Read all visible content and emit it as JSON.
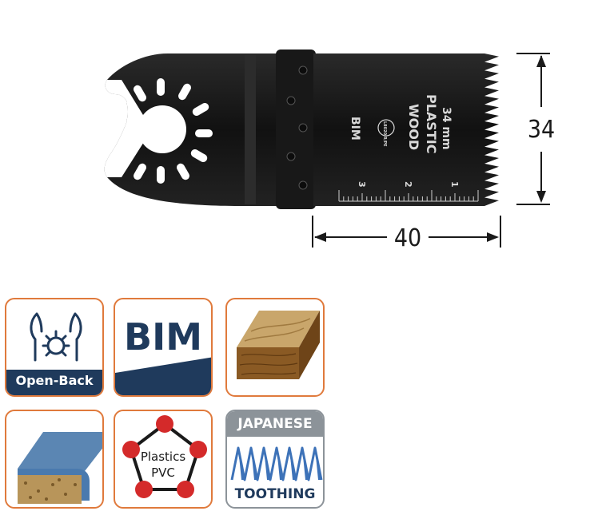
{
  "product": {
    "blade_marking": {
      "brand": "BIM",
      "logo": "L8020 R/PE",
      "material_1": "WOOD",
      "material_2": "PLASTIC",
      "size": "34 mm"
    },
    "scale_numbers": [
      "3",
      "2",
      "1"
    ],
    "dimensions": {
      "height_label": "34",
      "width_label": "40"
    }
  },
  "icons": {
    "open_back": {
      "label": "Open-Back",
      "icon": "mount-icon"
    },
    "bim": {
      "label": "BIM"
    },
    "wood": {
      "icon": "wood-plank-icon"
    },
    "laminate": {
      "icon": "laminate-board-icon"
    },
    "plastics": {
      "label_1": "Plastics",
      "label_2": "PVC",
      "icon": "molecule-icon"
    },
    "japanese": {
      "top": "JAPANESE",
      "bottom": "TOOTHING",
      "icon": "teeth-icon"
    }
  },
  "colors": {
    "tile_border": "#e07a3c",
    "navy": "#1f3a5c",
    "blade": "#141414",
    "dim_line": "#1a1a1a",
    "molecule_red": "#d42a2a",
    "japanese_bar": "#8c9399",
    "tooth_blue": "#3d72b8"
  }
}
